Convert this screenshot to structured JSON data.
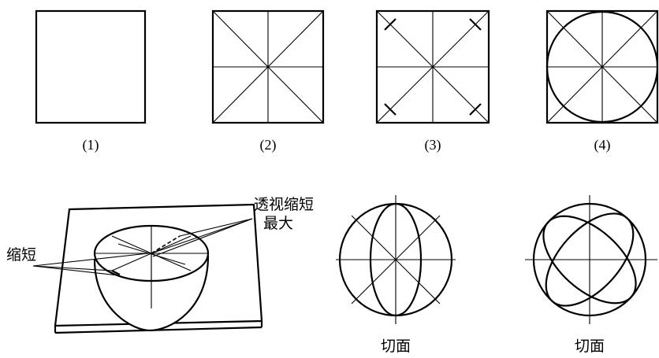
{
  "step_labels": [
    "(1)",
    "(2)",
    "(3)",
    "(4)"
  ],
  "bowl_annotations": {
    "foreshortening": "缩短",
    "max_foreshortening_line1": "透视缩短",
    "max_foreshortening_line2": "最大"
  },
  "sphere_captions": [
    "切面",
    "切面"
  ]
}
